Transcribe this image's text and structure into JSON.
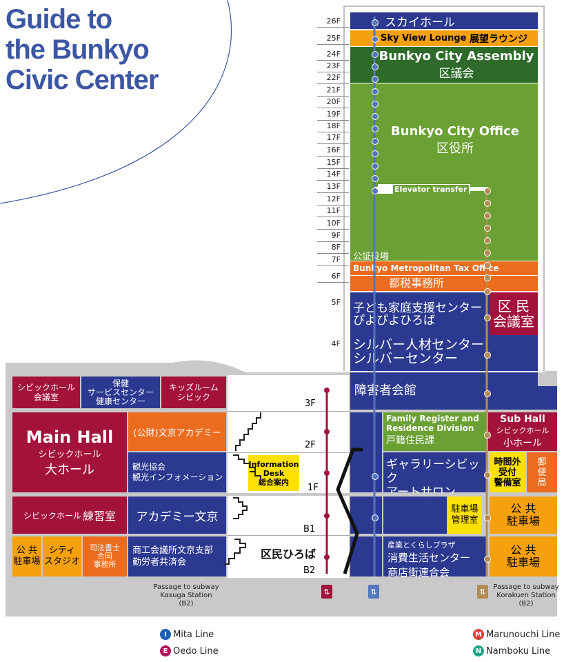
{
  "title": {
    "line1": "Guide to",
    "line2": "the Bunkyo",
    "line3": "Civic Center"
  },
  "floors": [
    "26F",
    "25F",
    "24F",
    "23F",
    "22F",
    "21F",
    "20F",
    "19F",
    "18F",
    "17F",
    "16F",
    "15F",
    "14F",
    "13F",
    "12F",
    "11F",
    "10F",
    "9F",
    "8F",
    "7F",
    "6F",
    "5F",
    "4F"
  ],
  "tower": {
    "f26": "スカイホール",
    "f25_en": "Sky View Lounge",
    "f25_jp": "展望ラウンジ",
    "assembly_en": "Bunkyo City Assembly",
    "assembly_jp": "区議会",
    "office_en": "Bunkyo City Office",
    "office_jp": "区役所",
    "transfer": "Elevator transfer",
    "notary": "公証役場",
    "tax_en": "Bunkyo Metropolitan Tax Office",
    "tax_jp": "都税事務所",
    "kodomo1": "子ども家庭支援センター",
    "kodomo2": "ぴよぴよひろば",
    "minkaigi1": "区 民",
    "minkaigi2": "会議室",
    "silver1": "シルバー人材センター",
    "silver2": "シルバーセンター",
    "shogai": "障害者会館"
  },
  "podium": {
    "civic_room1": "シビックホール",
    "civic_room2": "会議室",
    "hoken1": "保健",
    "hoken2": "サービスセンター",
    "hoken3": "健康センター",
    "kids1": "キッズルーム",
    "kids2": "シビック",
    "main_en": "Main Hall",
    "main_jp1": "シビックホール",
    "main_jp2": "大ホール",
    "academy": "(公財)文京アカデミー",
    "kanko1": "観光協会",
    "kanko2": "観光インフォメーション",
    "info_en1": "Information",
    "info_en2": "Desk",
    "info_jp": "総合案内",
    "family_en1": "Family Register and",
    "family_en2": "Residence Division",
    "family_jp": "戸籍住民課",
    "gallery1": "ギャラリーシビック",
    "gallery2": "アートサロン",
    "subhall_en": "Sub Hall",
    "subhall_jp1": "シビックホール",
    "subhall_jp2": "小ホール",
    "jikangai1": "時間外",
    "jikangai2": "受付",
    "jikangai3": "警備室",
    "yubin1": "郵",
    "yubin2": "便",
    "yubin3": "局",
    "practice_small": "シビックホール",
    "practice_big": "練習室",
    "academy_b1": "アカデミー文京",
    "parking_mgr1": "駐車場",
    "parking_mgr2": "管理室",
    "public_park1": "公 共",
    "public_park2": "駐車場",
    "public_park_b2_1": "公 共",
    "public_park_b2_2": "駐車場",
    "city_studio1": "シティ",
    "city_studio2": "スタジオ",
    "shiho1": "司法書士",
    "shiho2": "合同",
    "shiho3": "事務所",
    "shoko1": "商工会議所文京支部",
    "shoko2": "勤労者共済会",
    "kumin_hiroba": "区民ひろば",
    "sangyo1": "産業とくらしプラザ",
    "sangyo2": "消費生活センター",
    "sangyo3": "商店街連合会",
    "public_park_left1": "公 共",
    "public_park_left2": "駐車場",
    "f3": "3F",
    "f2": "2F",
    "f1": "1F",
    "fb1": "B1",
    "fb2": "B2"
  },
  "passages": {
    "kasuga1": "Passage to subway",
    "kasuga2": "Kasuga Station",
    "kasuga3": "(B2)",
    "korakuen1": "Passage to subway",
    "korakuen2": "Korakuen Station",
    "korakuen3": "(B2)"
  },
  "legend": {
    "mita_letter": "I",
    "mita": "Mita Line",
    "oedo_letter": "E",
    "oedo": "Oedo Line",
    "maru_letter": "M",
    "maru": "Marunouchi Line",
    "namboku_letter": "N",
    "namboku": "Namboku Line"
  },
  "colors": {
    "navy": "#2b3990",
    "green": "#6aa034",
    "dark_green": "#2e6b2a",
    "orange": "#ec6c1f",
    "red": "#a3123b",
    "yellow": "#ffe100",
    "title_blue": "#3b56a2"
  }
}
